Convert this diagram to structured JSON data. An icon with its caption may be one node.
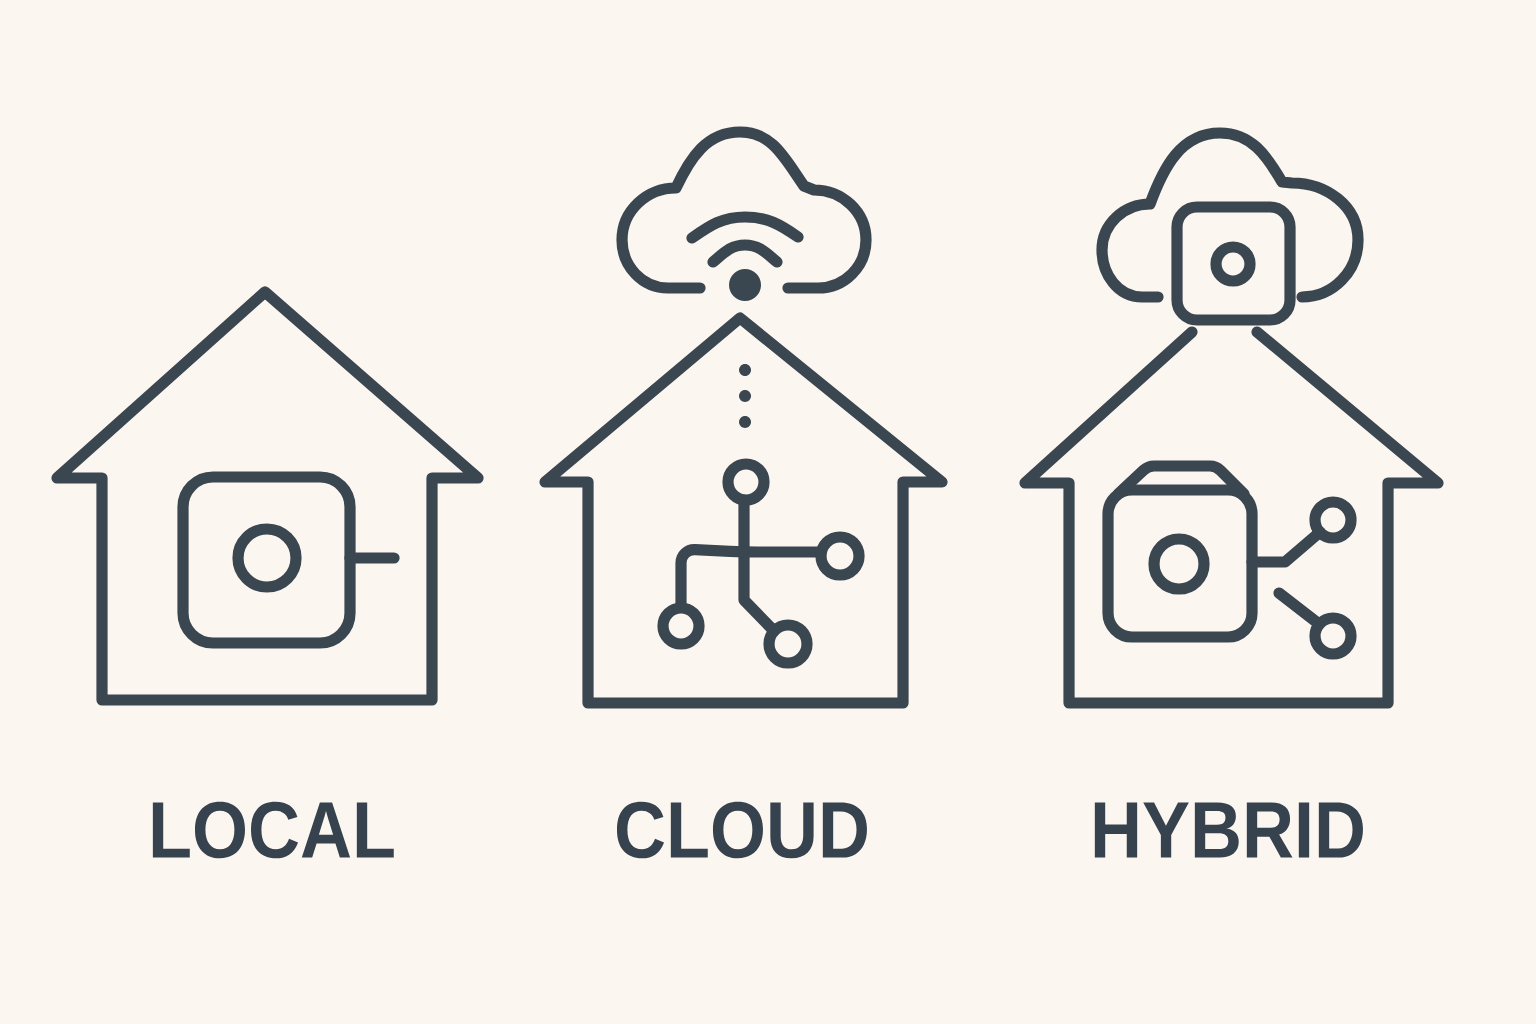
{
  "diagram": {
    "nodes": [
      {
        "text": [
          "LOCAL"
        ]
      },
      {
        "text": [],
        "shape": "cloud"
      },
      {
        "text": [
          "CLOUD"
        ]
      },
      {
        "text": [],
        "shape": "cloud"
      },
      {
        "text": [
          "HYBRID"
        ]
      }
    ]
  }
}
